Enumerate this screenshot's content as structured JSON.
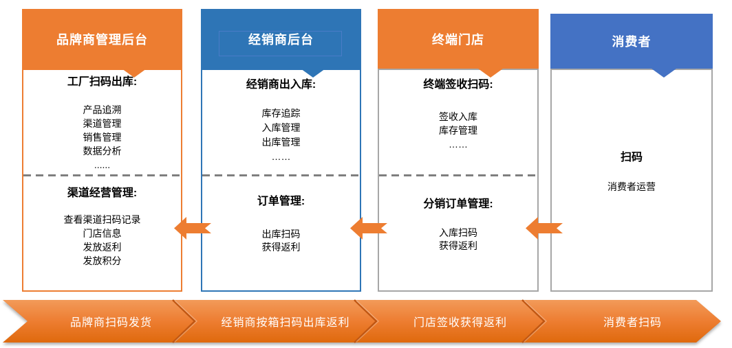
{
  "columns": [
    {
      "header": "品牌商管理后台",
      "section1": {
        "title": "工厂扫码出库:",
        "items": [
          "产品追溯",
          "渠道管理",
          "销售管理",
          "数据分析",
          "......"
        ]
      },
      "section2": {
        "title": "渠道经营管理:",
        "items": [
          "查看渠道扫码记录",
          "门店信息",
          "发放返利",
          "发放积分"
        ]
      }
    },
    {
      "header": "经销商后台",
      "section1": {
        "title": "经销商出入库:",
        "items": [
          "库存追踪",
          "入库管理",
          "出库管理",
          "……"
        ]
      },
      "section2": {
        "title": "订单管理:",
        "items": [
          "出库扫码",
          "获得返利"
        ]
      }
    },
    {
      "header": "终端门店",
      "section1": {
        "title": "终端签收扫码:",
        "items": [
          "签收入库",
          "库存管理",
          "……"
        ]
      },
      "section2": {
        "title": "分销订单管理:",
        "items": [
          "入库扫码",
          "获得返利"
        ]
      }
    },
    {
      "header": "消费者",
      "body": {
        "title": "扫码",
        "item": "消费者运营"
      }
    }
  ],
  "flow_bar": {
    "segments": [
      "品牌商扫码发货",
      "经销商按箱扫码出库返利",
      "门店签收获得返利",
      "消费者扫码"
    ]
  },
  "colors": {
    "orange": "#ED7D31",
    "blue_dark": "#2E75B6",
    "blue_medium": "#4472C4",
    "gray_border": "#A6A6A6",
    "dash_gray": "#7F7F7F",
    "band_top": "#F29A59",
    "band_bottom": "#DF690C",
    "band_separator": "#C05612",
    "textbox_outline": "#4A7CC7"
  }
}
